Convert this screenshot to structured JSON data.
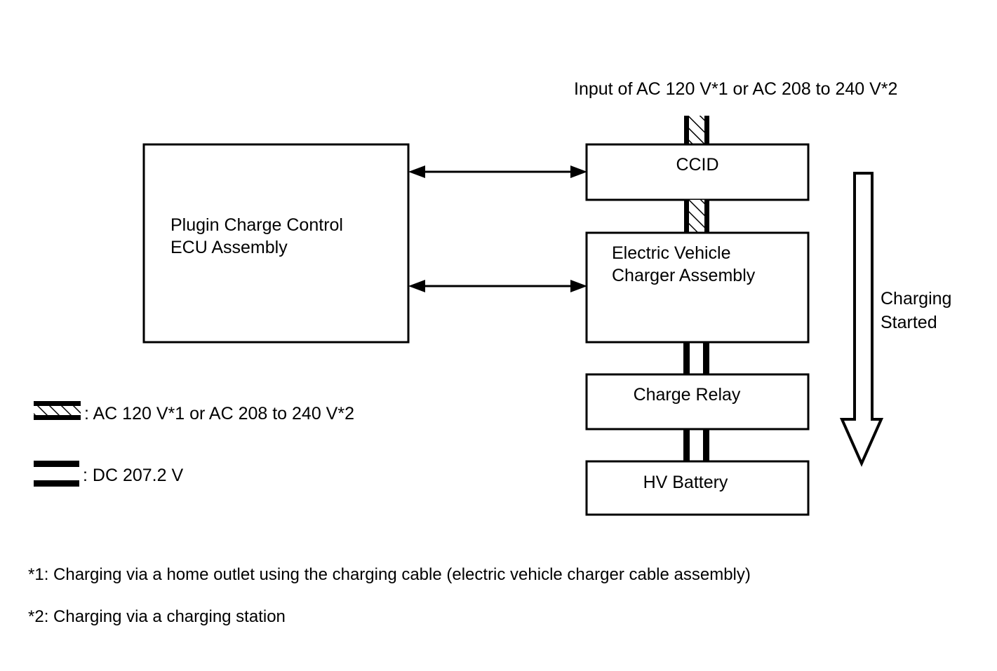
{
  "title": "Input of AC 120 V*1 or AC 208 to 240 V*2",
  "boxes": {
    "ecu": {
      "line1": "Plugin Charge Control",
      "line2": "ECU Assembly"
    },
    "ccid": {
      "label": "CCID"
    },
    "charger": {
      "line1": "Electric Vehicle",
      "line2": "Charger Assembly"
    },
    "relay": {
      "label": "Charge Relay"
    },
    "battery": {
      "label": "HV Battery"
    }
  },
  "side_arrow": {
    "line1": "Charging",
    "line2": "Started"
  },
  "legend": [
    {
      "key": "ac",
      "swatch": "hatched-band",
      "label": ": AC 120 V*1 or AC 208 to 240 V*2"
    },
    {
      "key": "dc",
      "swatch": "double-bar",
      "label": ": DC 207.2 V"
    }
  ],
  "notes": [
    "*1: Charging via a home outlet using the charging cable (electric vehicle charger cable assembly)",
    "*2: Charging via a charging station"
  ],
  "colors": {
    "stroke": "#000000",
    "fill": "#ffffff",
    "text": "#000000"
  }
}
